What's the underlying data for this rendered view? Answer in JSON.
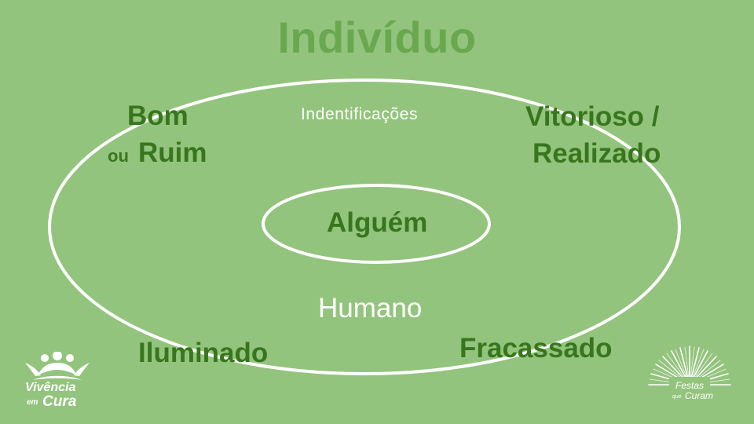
{
  "slide": {
    "title": "Indivíduo",
    "inner_label": "Alguém",
    "outer_subtitle": "Indentificações",
    "human_label": "Humano",
    "label_bom": "Bom",
    "label_ou": "ou",
    "label_ruim": "Ruim",
    "label_vitorioso": "Vitorioso /",
    "label_realizado": "Realizado",
    "label_iluminado": "Iluminado",
    "label_fracassado": "Fracassado"
  },
  "logos": {
    "left": {
      "line1": "Vivência",
      "line2_small": "em",
      "line2_big": "Cura"
    },
    "right": {
      "line1": "Festas",
      "line2_small": "que",
      "line2_big": "Curam"
    }
  },
  "colors": {
    "background": "#93c47d",
    "title": "#6aa84f",
    "label_dark": "#38761d",
    "ellipse_stroke": "#ffffff"
  }
}
